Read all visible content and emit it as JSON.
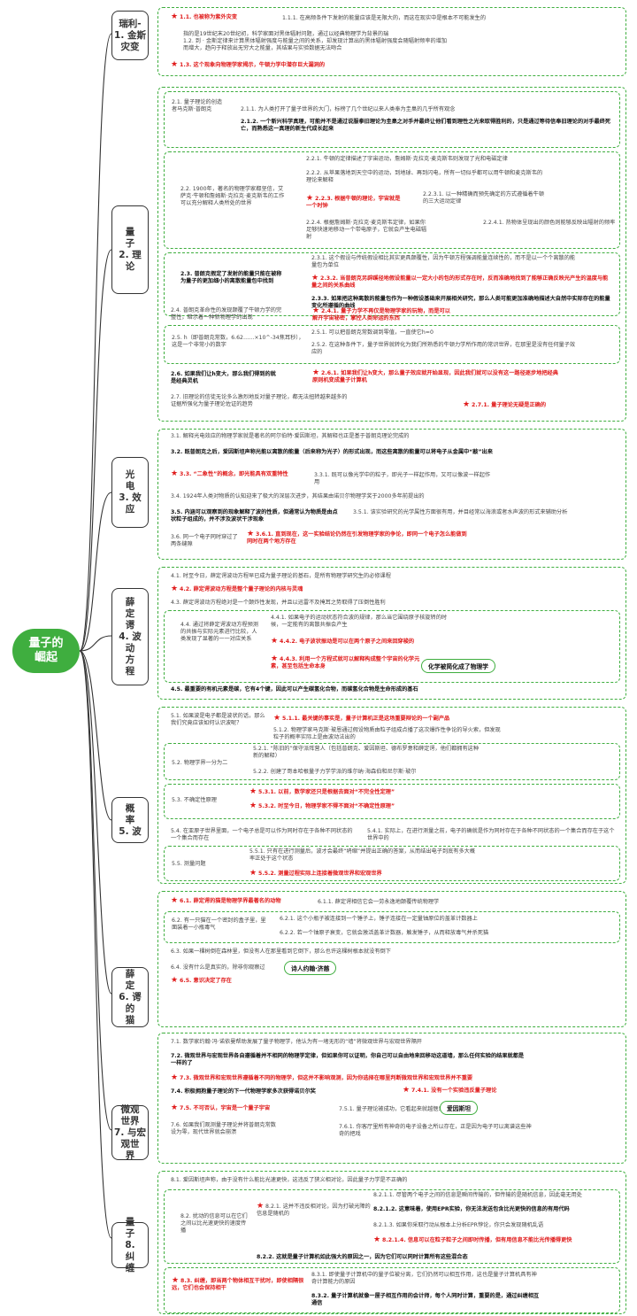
{
  "root": {
    "title": "量子的\n崛起"
  },
  "branches": [
    {
      "label": "瑞利-\n1. 金斯\n灾变"
    },
    {
      "label": "量\n子\n2. 理\n论"
    },
    {
      "label": "光\n电\n3. 效\n应"
    },
    {
      "label": "薛\n定\n谔\n4. 波\n动\n方\n程"
    },
    {
      "label": "概\n率\n5. 波"
    },
    {
      "label": "薛\n定\n6. 谔\n的\n猫"
    },
    {
      "label": "微观\n世界\n7. 与宏\n观世\n界"
    },
    {
      "label": "量\n子\n8.\n纠\n缠"
    }
  ],
  "s1": {
    "n11": "1.1. 也被称为紫外灾变",
    "n111": "1.1.1. 在高频条件下发射的能量应该是无限大的，而这在现实中是根本不可能发生的",
    "n12": "1.2. 到 · 金斯定律来计算黑体辐射强度与能量之间的关系，却发现计算出的黑体辐射强度会随辐射频率的增加而增大，趋向于释放出无穷大之能量，其结果与实验数据无法吻合",
    "n12a": "指的是19世纪末20世纪初，科学家面对黑体辐射问题，通过以经典物理学为背景的瑞",
    "n13": "1.3. 这个现象向物理学家揭示，牛顿力学中潜存巨大漏洞的"
  },
  "s2": {
    "n21": "2.1. 量子理论的创造者马克斯·普朗克",
    "n211": "2.1.1. 为人类打开了量子世界的大门，标榜了几个世纪以来人类奉为圭臬的几乎所有观念",
    "n212": "2.1.2. 一个新兴科学真理，可能并不是通过说服拳旧理论为圭臬之对手并最终让他们看到理性之光来取得胜利的，只是通过等待信奉旧理论的对手最终死亡，而熟悉这一真理的新生代成长起来",
    "n22": "2.2. 1900年，著名的物理学家都坚信，艾萨克·牛顿和詹姆斯·克拉克·麦克斯韦的工作可以充分解释人类所处的世界",
    "n221": "2.2.1. 牛顿的定律描述了宇宙运动，詹姆斯·克拉克·麦克斯韦则发现了光和电磁定律",
    "n222": "2.2.2. 从苹果落地到天空中的运动，到地球、再到闪电，所有一切似乎都可以用牛顿和麦克斯韦的理论来解释",
    "n223": "2.2.3. 根据牛顿的理论，宇宙就是一个时钟",
    "n2231": "2.2.3.1. 以一种精确而预先确定的方式遵循着牛顿的三大运动定律",
    "n224": "2.2.4. 根据詹姆斯·克拉克·麦克斯韦定律，如果你足够快速地移动一个带电原子，它就会产生电磁辐射",
    "n2241": "2.2.4.1. 热物体呈现出的颜色则能够反映出辐射的频率",
    "n23": "2.3. 普朗克假定了发射的能量只能在被称为量子的更加细小的离散能量包中找到",
    "n231": "2.3.1. 这个假设与传统假设相比其实更具颠覆性，因为牛顿方程强调能量连续性的，而不是以一个个离散的能量包为单位",
    "n232": "2.3.2. 当普朗克另辟蹊径地假设能量以一定大小的包的形式存在时，反而准确地找到了能够正确反映光产生的温度与能量之间的关系曲线",
    "n233": "2.3.3. 如果把这种离散的能量包作为一种假设基础来开展相关研究，那么人类可能更加准确地描述大自然中实际存在的能量变化所遵循的曲线",
    "n24": "2.4. 普朗克革命性的发现颠覆了牛顿力学的完整性，暗示着一种新物理学的出现",
    "n241": "2.4.1. 量子力学不再仅是物理学家的玩物，而是可以解开宇宙秘密，掌控人类命运的东西",
    "n25": "2.5. h（即普朗克常数，6.62……×10^-34焦耳秒），这是一个非常小的数字",
    "n251": "2.5.1. 可以把普朗克常数调到零值，一直使它h=0",
    "n252": "2.5.2. 在这种条件下，量子世界就转化为我们所熟悉的牛顿力学所作用的常识世界，在那里是没有任何量子效应的",
    "n26": "2.6. 如果我们让h变大，那么我们得到的就是经典灵机",
    "n261": "2.6.1. 如果我们让h变大，那么量子效应就开始显现，因此我们就可以没有这一路径逐步地把经典原则机变成量子计算机",
    "n27": "2.7. 旧理论的信徒无论多么激烈地反对量子理论，都无法扭转越来越多的证据所强化为量子理论佐证的趋势",
    "n271": "2.7.1. 量子理论无疑是正确的"
  },
  "s3": {
    "n31": "3.1. 解释光电效应的物理学家就是著名的阿尔伯特·爱因斯坦，其解释也正是基于普朗克理论完成的",
    "n32": "3.2. 既普朗克之后，爱因斯坦声称光能以离散的能量（后来称为光子）的形式出现，而这些离散的能量可以将电子从金属中“敲”出来",
    "n33": "3.3. “二象性”的概念，即光能具有双重特性",
    "n331": "3.3.1. 既可以像光学中的粒子，即光子一样起作用，又可以像波一样起作用",
    "n34": "3.4. 1924年人类对物质的认知迎来了极大的深层次进步，其结果由诺贝尔物理学奖于2000多年前提出的",
    "n35": "3.5. 内涵可以观察到的现象解释了波的性质，但通常认为物质是由点状粒子组成的，并不涉及波状干涉现象",
    "n351": "3.5.1. 该实验研究的光学属性方面很有用，并目经常以海浪或者水声波的形式来辅助分析",
    "n36": "3.6. 同一个电子同时穿过了两条缝隙",
    "n361": "3.6.1. 直到现在，这一实验结论仍然在引发物理学家的争论，即同一个电子怎么能做到同时在两个地方存在"
  },
  "s4": {
    "n41": "4.1. 时至今日，薛定谔波动方程早已成为量子理论的基石，是所有物理学研究生的必修课程",
    "n42": "4.2. 薛定谔波动方程是整个量子理论的内核与灵魂",
    "n43": "4.3. 薛定谔波动方程绝对是一个颠炸性发现，并且以迅雷不及掩耳之势取得了压倒性胜利",
    "n44": "4.4. 通过将薛定谔波动方程预测的共振与实际元素进行比较，人类发现了显著的一一对应关系",
    "n441": "4.4.1. 如果电子的运动状态符合波的规律，那么当它围绕原子核旋转的时候，一定能有的离散共振会产生",
    "n442": "4.4.2. 电子波状振动是可以在两个原子之间来回穿梭的",
    "n443": "4.4.3. 利用一个方程式就可以解释构成整个宇宙的化学元素，甚至包括生命本身",
    "chem": "化学被简化成了物理学",
    "n45": "4.5. 最重要的有机元素是碳，它有4个键，因此可以产生碳氢化合物，而碳氢化合物是生命形成的基石"
  },
  "s5": {
    "n51": "5.1. 如果波是电子都是波状的话，那么我们究竟应该如何认识波呢？",
    "n511": "5.1.1. 最关键的事实是，量子计算机正是这场重要辩论的一个副产品",
    "n512": "5.1.2. 物理学家马克斯·玻恩通过假设物质由粒子组成点播了这次爆炸性争论的导火索，但发现粒子的概率实际上是由波动法出的",
    "n52": "5.2. 物理学界一分为二",
    "n521": "5.2.1. “陈旧的”保守派阵营人（包括普朗克、爱因斯坦、德布罗意和薛定谔，他们都拥有这种新的解释）",
    "n522": "5.2.2. 创建了哥本哈根量子力学学派的维尔纳·海森伯和尼尔斯·玻尔",
    "n53": "5.3. 不确定性原理",
    "n531": "5.3.1. 以前，数学家还只是根据去面对“不完全性定理”",
    "n532": "5.3.2. 时至今日，物理学家不得不面对“不确定性原理”",
    "n54": "5.4. 在亚原子世界里面，一个电子总是可以作为同时存在于各种不同状态的一个集合而存在",
    "n541": "5.4.1. 实际上，在进行测量之前，电子的确就是作为同时存在于各种不同状态的一个集合而存在于这个世界中的",
    "n55": "5.5. 测量问题",
    "n551": "5.5.1. 只有在进行测量后，波才会最终“坍缩”并提出正确的答案，从而结出电子到底有多大概率正处于这个状态",
    "n552": "5.5.2. 测量过程实际上连接着微观世界和宏观世界"
  },
  "s6": {
    "n61": "6.1. 薛定谔的猫是物理学界最著名的动物",
    "n611": "6.1.1. 薛定谔相信它会一劳永逸地颠覆传统物理学",
    "n62": "6.2. 有一只猫在一个密封的盒子里，里面装着一小瓶毒气",
    "n621": "6.2.1. 这个小瓶子被连接到一个锤子上，锤子连接在一定量铀原位的盖革计数器上",
    "n622": "6.2.2. 若一个铀原子衰变，它就会激活盖革计数器，触发锤子，从而释放毒气并杀死猫",
    "n63": "6.3. 如果一棵树倒在森林里，但没有人在那里看到它倒下，那么也许这棵树根本就没有倒下",
    "n64": "6.4. 没有什么是真实的，除非你观察过",
    "poem": "诗人约翰·济慈",
    "n65": "6.5. 意识决定了存在"
  },
  "s7": {
    "n71": "7.1. 数学家约翰·冯·诺依曼帮助发展了量子物理学，他认为有一堵无形的“墙”将微观世界与宏观世界隔开",
    "n72": "7.2. 微观世界与宏观世界各自遵循着并不相同的物理学定律，但如果你可以证明，你自己可以自由地来回移动这道墙，那么任何实验的结果就都是一样的了",
    "n73": "7.3. 微观世界和宏观世界遵循着不同的物理学，但这并不影响观测，因为你选择在哪里判断微观世界和宏观世界并不重要",
    "n74": "7.4. 积极拥抱量子理论的下一代物理学家多次获得诺贝尔奖",
    "n741": "7.4.1. 没有一个实验违反量子理论",
    "n75": "7.5. 不可否认，宇宙是一个量子宇宙",
    "n751": "7.5.1. 量子理论被成功，它看起来就越惬意",
    "love": "爱因斯坦",
    "n76": "7.6. 如果我们观测量子理论并将普朗克常数设为零，现代世界就会崩溃",
    "n761": "7.6.1. 你客厅里所有神奇的电子设备之所以存在，正是因为电子可以离谱这些神奇的把戏"
  },
  "s8": {
    "n81": "8.1. 爱因斯坦声称，由于没有什么能比光速更快，这违反了狭义相对论，因此量子力学是不正确的",
    "n82": "8.2. 扰动的信息可以在它们之间以比光速更快的速度传播",
    "n821": "8.2.1. 这并不违反相对论，因为打破光障的信息是随机的",
    "n8211": "8.2.1.1. 尽管两个电子之间的信息是瞬间传输的，但传输的是随机信息，因此毫无用处",
    "n8212": "8.2.1.2. 这意味着，使用EPR实验，你无法发送包含比光更快的信息的有用代码",
    "n8213": "8.2.1.3. 如果你采取行动从根本上分析EPR悖论，你只会发现随机乱语",
    "n8214": "8.2.1.4. 信息可以在粒子粒子之间即时传播，但有用信息不能比光传播得更快",
    "n822": "8.2.2. 这就是量子计算机如此强大的原因之一，因为它们可以同时计算所有这些混合态",
    "n83": "8.3. 纠缠，即当两个物体相互干扰时，即使相隔很远，它们也会保持相干",
    "n831": "8.3.1. 即使量子计算机中的量子位被分离，它们仍然可以相互作用，这也是量子计算机具有神奇计算能力的原因",
    "n832": "8.3.2. 量子计算机就像一屋子相互作用的会计师，每个人同时计算，重要的是，通过纠缠相互通信"
  }
}
